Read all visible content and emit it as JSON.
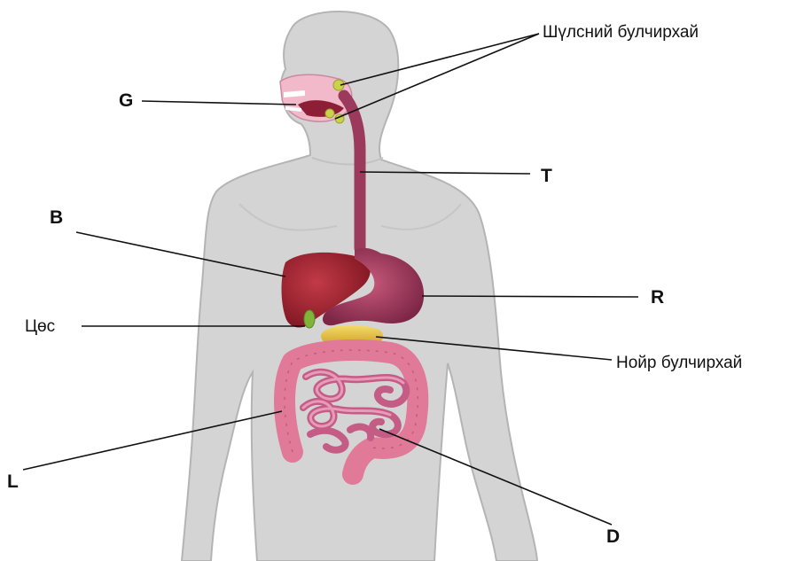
{
  "labels": {
    "salivary": "Шүлсний булчирхай",
    "G": "G",
    "T": "T",
    "B": "B",
    "R": "R",
    "gall": "Цөс",
    "pancreas": "Нойр булчирхай",
    "L": "L",
    "D": "D"
  },
  "colors": {
    "body": "#d4d4d4",
    "body_outline": "#b4b4b4",
    "esophagus": "#9b3a5c",
    "stomach": "#a8385e",
    "liver": "#a5202f",
    "pancreas": "#e8c23a",
    "gallbladder": "#7fb33a",
    "intestine": "#e07a98",
    "mouth": "#f1b9c9",
    "line": "#111111"
  }
}
